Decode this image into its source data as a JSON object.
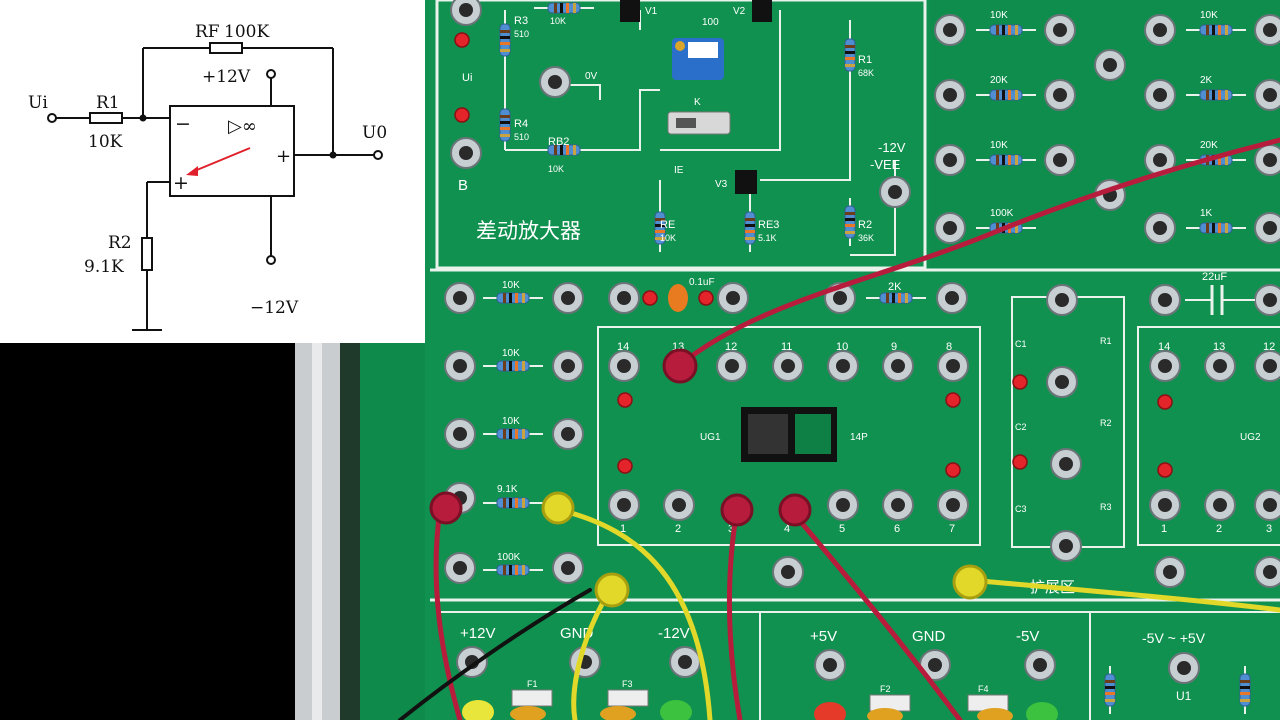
{
  "schematic": {
    "input_label": "Ui",
    "r1_name": "R1",
    "r1_value": "10K",
    "rf_name": "RF",
    "rf_value": "100K",
    "vpos": "+12V",
    "vneg": "−12V",
    "opamp_symbol": "▷∞",
    "minus_sign": "−",
    "plus_sign": "+",
    "output_plus": "+",
    "output_label": "U0",
    "r2_name": "R2",
    "r2_value": "9.1K"
  },
  "board": {
    "diff_amp_title": "差动放大器",
    "v1": "V1",
    "v2": "V2",
    "v3": "V3",
    "r3": "R3",
    "r3_val": "510",
    "r4": "R4",
    "r4_val": "510",
    "r_top_10k": "10K",
    "pot_val": "100",
    "rb2": "RB2",
    "rb2_val": "10K",
    "r1b": "R1",
    "r1b_val": "68K",
    "r2b": "R2",
    "r2b_val": "36K",
    "re": "RE",
    "re_val": "10K",
    "re3": "RE3",
    "re3_val": "5.1K",
    "ui": "Ui",
    "b": "B",
    "zero_v": "0V",
    "k": "K",
    "ie": "IE",
    "neg12": "-12V",
    "vee": "-VEE",
    "right_res": [
      "10K",
      "10K",
      "20K",
      "2K",
      "10K",
      "20K",
      "100K",
      "1K"
    ],
    "left_res": [
      "10K",
      "10K",
      "10K",
      "9.1K",
      "100K"
    ],
    "cap_label": "0.1uF",
    "res_2k": "2K",
    "cap_22": "22uF",
    "ug1": "UG1",
    "ug2": "UG2",
    "pins14": "14P",
    "pins_top": [
      "14",
      "13",
      "12",
      "11",
      "10",
      "9",
      "8"
    ],
    "pins_bottom": [
      "1",
      "2",
      "3",
      "4",
      "5",
      "6",
      "7"
    ],
    "ug2_top": [
      "14",
      "13",
      "12"
    ],
    "ug2_bottom": [
      "1",
      "2",
      "3"
    ],
    "c1": "C1",
    "c2": "C2",
    "c3": "C3",
    "rr1": "R1",
    "rr2": "R2",
    "rr3": "R3",
    "expand": "扩展区",
    "p12": "+12V",
    "gnd": "GND",
    "n12": "-12V",
    "p5": "+5V",
    "gnd2": "GND",
    "n5": "-5V",
    "pm5": "-5V ~ +5V",
    "u1": "U1",
    "f1": "F1",
    "f2": "F2",
    "f3": "F3",
    "f4": "F4"
  }
}
